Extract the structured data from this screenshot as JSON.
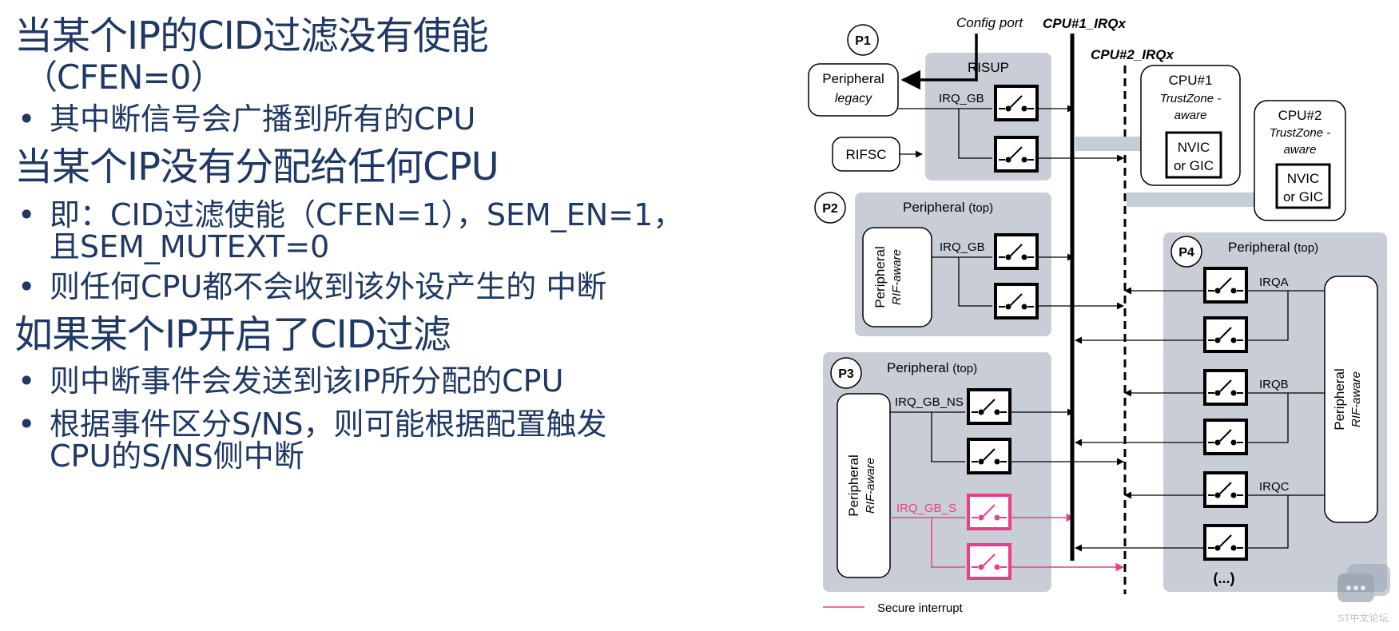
{
  "left": {
    "h1": "当某个IP的CID过滤没有使能",
    "h1b": "（CFEN=0）",
    "b1": "其中断信号会广播到所有的CPU",
    "h2": "当某个IP没有分配给任何CPU",
    "b2a": "即：CID过滤使能（CFEN=1），SEM_EN=1，",
    "b2b": "且SEM_MUTEXT=0",
    "b3": "则任何CPU都不会收到该外设产生的 中断",
    "h3": "如果某个IP开启了CID过滤",
    "b4": "则中断事件会发送到该IP所分配的CPU",
    "b5a": "根据事件区分S/NS，则可能根据配置触发",
    "b5b": "CPU的S/NS侧中断",
    "bullet": "•"
  },
  "diagram": {
    "config_port": "Config port",
    "cpu1_irq": "CPU#1_IRQx",
    "cpu2_irq": "CPU#2_IRQx",
    "p1": "P1",
    "p2": "P2",
    "p3": "P3",
    "p4": "P4",
    "risup": "RISUP",
    "peripheral": "Peripheral",
    "legacy": "legacy",
    "rif_aware": "RIF-aware",
    "top": "(top)",
    "rifsc": "RIFSC",
    "irq_gb": "IRQ_GB",
    "irq_gb_ns": "IRQ_GB_NS",
    "irq_gb_s": "IRQ_GB_S",
    "irqa": "IRQA",
    "irqb": "IRQB",
    "irqc": "IRQC",
    "ellipsis": "(...)",
    "cpu1": "CPU#1",
    "cpu2": "CPU#2",
    "trustzone": "TrustZone -",
    "aware": "aware",
    "nvic": "NVIC",
    "or_gic": "or GIC",
    "secure_interrupt": "Secure interrupt"
  },
  "watermark": {
    "label": "ST中文论坛"
  },
  "colors": {
    "text_primary": "#1f3864",
    "block_gray": "#c9ced6",
    "secure_pink": "#e83e8c",
    "arrow_gray": "#c5cdd8"
  }
}
